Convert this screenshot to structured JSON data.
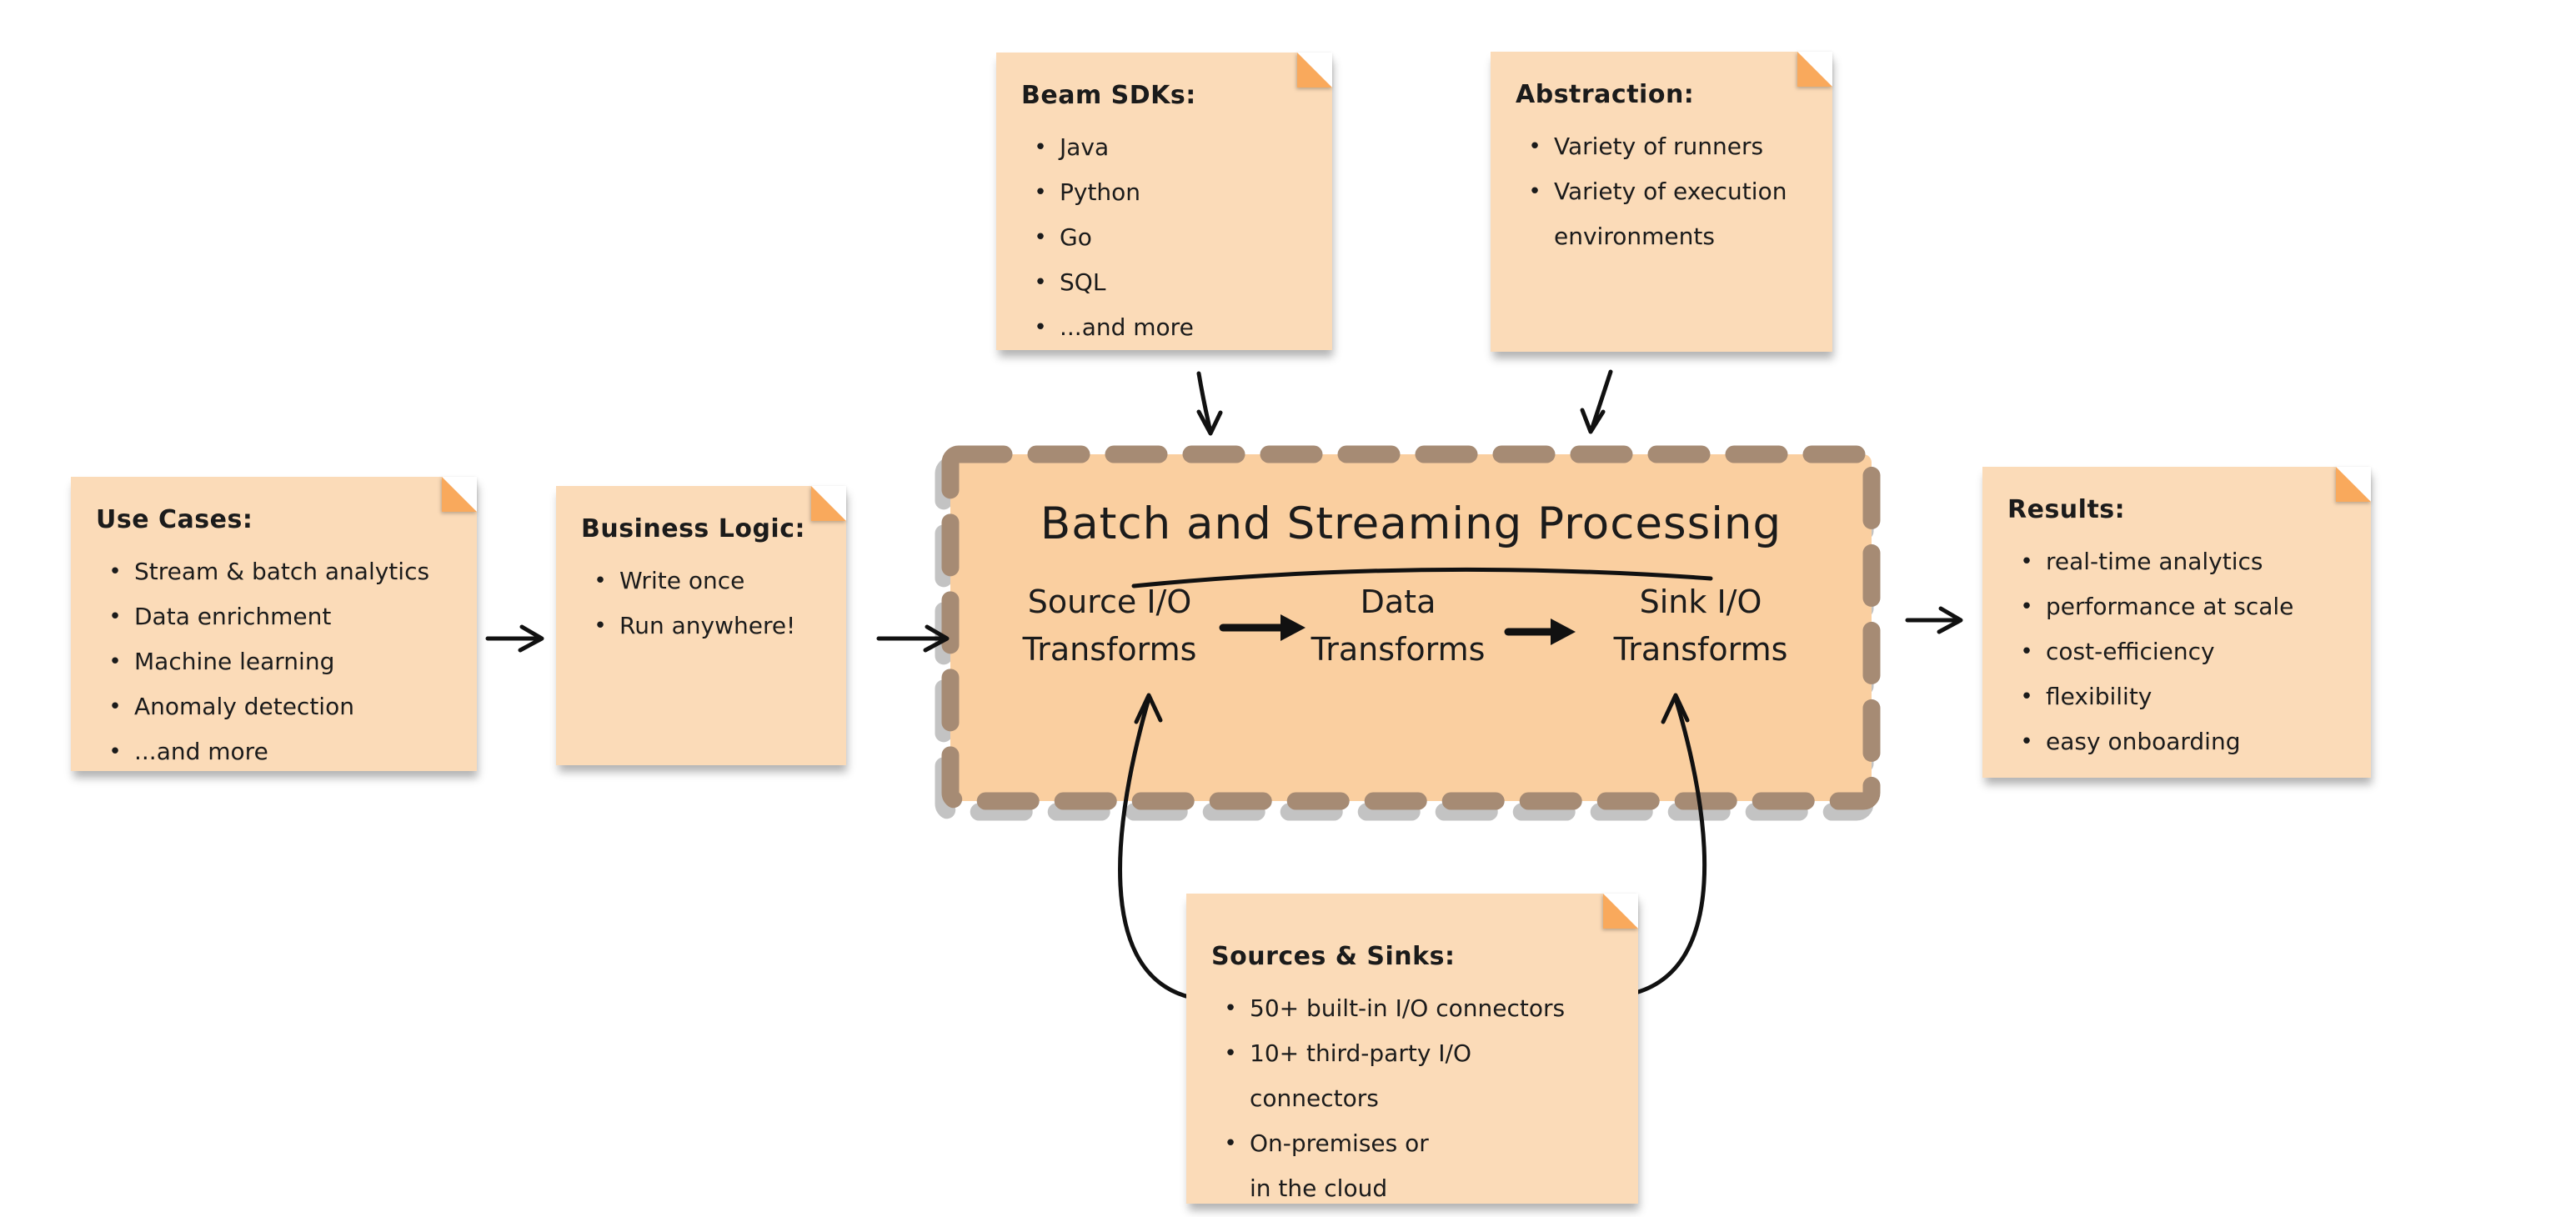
{
  "diagram_title": "Batch and Streaming Processing",
  "colors": {
    "background": "#ffffff",
    "note_fill": "#FBDBB8",
    "note_fold": "#F9A95C",
    "box_fill": "#FACFA0",
    "box_dash": "#A68B74",
    "box_dash_shadow": "#C3C3C3",
    "text": "#1b1b1b",
    "arrow": "#111111"
  },
  "notes": {
    "use_cases": {
      "title": "Use Cases:",
      "items": [
        "Stream & batch analytics",
        "Data enrichment",
        "Machine learning",
        "Anomaly detection",
        "...and more"
      ]
    },
    "business_logic": {
      "title": "Business Logic:",
      "items": [
        "Write once",
        "Run anywhere!"
      ]
    },
    "beam_sdks": {
      "title": "Beam SDKs:",
      "items": [
        "Java",
        "Python",
        "Go",
        "SQL",
        "...and more"
      ]
    },
    "abstraction": {
      "title": "Abstraction:",
      "items": [
        "Variety of runners",
        "Variety of execution\nenvironments"
      ]
    },
    "results": {
      "title": "Results:",
      "items": [
        "real-time analytics",
        "performance at scale",
        "cost-efficiency",
        "flexibility",
        "easy onboarding"
      ]
    },
    "sources_sinks": {
      "title": "Sources & Sinks:",
      "items": [
        "50+ built-in I/O connectors",
        "10+ third-party I/O\nconnectors",
        "On-premises or\nin the cloud"
      ]
    }
  },
  "process_box": {
    "title": "Batch and Streaming Processing",
    "stages": [
      {
        "line1": "Source I/O",
        "line2": "Transforms"
      },
      {
        "line1": "Data",
        "line2": "Transforms"
      },
      {
        "line1": "Sink I/O",
        "line2": "Transforms"
      }
    ]
  }
}
